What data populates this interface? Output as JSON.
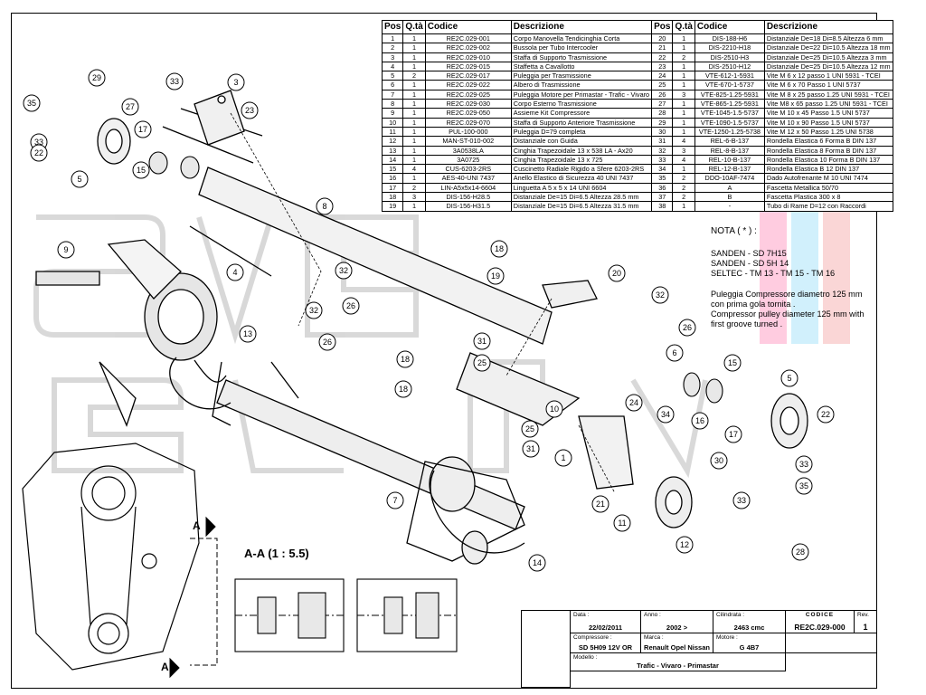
{
  "parts_table": {
    "headers": [
      "Pos",
      "Q.tà",
      "Codice",
      "Descrizione",
      "Pos",
      "Q.tà",
      "Codice",
      "Descrizione"
    ],
    "rows": [
      [
        "1",
        "1",
        "RE2C.029-001",
        "Corpo Manovella Tendicinghia Corta",
        "20",
        "1",
        "DIS-188-H6",
        "Distanziale De=18 Di=8.5 Altezza 6 mm"
      ],
      [
        "2",
        "1",
        "RE2C.029-002",
        "Bussola per Tubo Intercooler",
        "21",
        "1",
        "DIS-2210-H18",
        "Distanziale De=22 Di=10.5 Altezza 18 mm"
      ],
      [
        "3",
        "1",
        "RE2C.029-010",
        "Staffa di Supporto Trasmissione",
        "22",
        "2",
        "DIS-2510-H3",
        "Distanziale De=25 Di=10.5 Altezza 3 mm"
      ],
      [
        "4",
        "1",
        "RE2C.029-015",
        "Staffetta a Cavallotto",
        "23",
        "1",
        "DIS-2510-H12",
        "Distanziale De=25 Di=10.5 Altezza 12 mm"
      ],
      [
        "5",
        "2",
        "RE2C.029-017",
        "Puleggia per Trasmissione",
        "24",
        "1",
        "VTE-612-1-5931",
        "Vite M 6 x 12 passo 1 UNI 5931 - TCEI"
      ],
      [
        "6",
        "1",
        "RE2C.029-022",
        "Albero di Trasmissione",
        "25",
        "1",
        "VTE-670-1-5737",
        "Vite M 6 x 70 Passo 1 UNI 5737"
      ],
      [
        "7",
        "1",
        "RE2C.029-025",
        "Puleggia Motore per Primastar - Trafic - Vivaro",
        "26",
        "3",
        "VTE-825-1.25-5931",
        "Vite M 8 x 25 passo 1.25 UNI 5931 - TCEI"
      ],
      [
        "8",
        "1",
        "RE2C.029-030",
        "Corpo Esterno Trasmissione",
        "27",
        "1",
        "VTE-865-1.25-5931",
        "Vite M8 x 65 passo 1.25 UNI 5931 - TCEI"
      ],
      [
        "9",
        "1",
        "RE2C.029-050",
        "Assieme Kit Compressore",
        "28",
        "1",
        "VTE-1045-1.5-5737",
        "Vite M 10 x 45 Passo 1.5 UNI 5737"
      ],
      [
        "10",
        "1",
        "RE2C.029-070",
        "Staffa di Supporto Anteriore Trasmissione",
        "29",
        "1",
        "VTE-1090-1.5-5737",
        "Vite M 10 x 90 Passo 1.5 UNI 5737"
      ],
      [
        "11",
        "1",
        "PUL-100-000",
        "Puleggia D=79 completa",
        "30",
        "1",
        "VTE-1250-1.25-5738",
        "Vite M 12 x 50 Passo 1.25 UNI 5738"
      ],
      [
        "12",
        "1",
        "MAN-ST-010-002",
        "Distanziale con Guida",
        "31",
        "4",
        "REL-6-B-137",
        "Rondella Elastica 6 Forma B DIN 137"
      ],
      [
        "13",
        "1",
        "3A0538LA",
        "Cinghia Trapezoidale 13 x 538 LA - Ax20",
        "32",
        "3",
        "REL-8-B-137",
        "Rondella Elastica 8 Forma B DIN 137"
      ],
      [
        "14",
        "1",
        "3A0725",
        "Cinghia Trapezoidale 13 x 725",
        "33",
        "4",
        "REL-10-B-137",
        "Rondella Elastica 10 Forma B DIN 137"
      ],
      [
        "15",
        "4",
        "CUS-6203-2RS",
        "Cuscinetto Radiale Rigido a Sfere 6203-2RS",
        "34",
        "1",
        "REL-12-B-137",
        "Rondella Elastica B 12 DIN 137"
      ],
      [
        "16",
        "1",
        "AES-40-UNI 7437",
        "Anello Elastico di Sicurezza 40 UNI 7437",
        "35",
        "2",
        "DDO-10AF-7474",
        "Dado Autofrenante M 10 UNI 7474"
      ],
      [
        "17",
        "2",
        "LIN-A5x5x14-6604",
        "Linguetta A 5 x 5 x 14 UNI 6604",
        "36",
        "2",
        "A",
        "Fascetta Metallica 50/70"
      ],
      [
        "18",
        "3",
        "DIS-156-H28.5",
        "Distanziale De=15 Di=6.5 Altezza 28.5 mm",
        "37",
        "2",
        "B",
        "Fascetta Plastica 300 x 8"
      ],
      [
        "19",
        "1",
        "DIS-156-H31.5",
        "Distanziale De=15 Di=6.5 Altezza 31.5 mm",
        "38",
        "1",
        "-",
        "Tubo di Rame D=12 con Raccordi"
      ]
    ]
  },
  "nota": {
    "title": "NOTA ( * ) :",
    "compressors": [
      "SANDEN - SD 7H15",
      "SANDEN - SD 5H 14",
      "SELTEC - TM 13 - TM 15 - TM 16"
    ],
    "note_it": "Puleggia Compressore diametro 125 mm con prima gola tornita .",
    "note_en": "Compressor pulley diameter 125 mm with first groove turned ."
  },
  "section": {
    "title": "A-A (1 : 5.5)",
    "marker": "A"
  },
  "title_block": {
    "data_label": "Data :",
    "data_value": "22/02/2011",
    "anno_label": "Anno :",
    "anno_value": "2002 >",
    "cilindrata_label": "Cilindrata :",
    "cilindrata_value": "2463 cmc",
    "codice_label": "CODICE",
    "codice_value": "RE2C.029-000",
    "rev_label": "Rev.",
    "rev_value": "1",
    "compressore_label": "Compressore :",
    "compressore_value": "SD 5H09 12V OR",
    "marca_label": "Marca :",
    "marca_value": "Renault Opel Nissan",
    "motore_label": "Motore :",
    "motore_value": "G 4B7",
    "modello_label": "Modello :",
    "modello_value": "Trafic - Vivaro - Primastar"
  },
  "callouts": [
    "29",
    "33",
    "3",
    "35",
    "27",
    "23",
    "33",
    "22",
    "17",
    "15",
    "5",
    "8",
    "9",
    "4",
    "32",
    "32",
    "26",
    "26",
    "13",
    "18",
    "19",
    "20",
    "32",
    "26",
    "31",
    "25",
    "6",
    "15",
    "18",
    "18",
    "25",
    "10",
    "24",
    "34",
    "5",
    "22",
    "16",
    "17",
    "1",
    "30",
    "33",
    "35",
    "31",
    "7",
    "21",
    "11",
    "33",
    "12",
    "28",
    "14"
  ]
}
